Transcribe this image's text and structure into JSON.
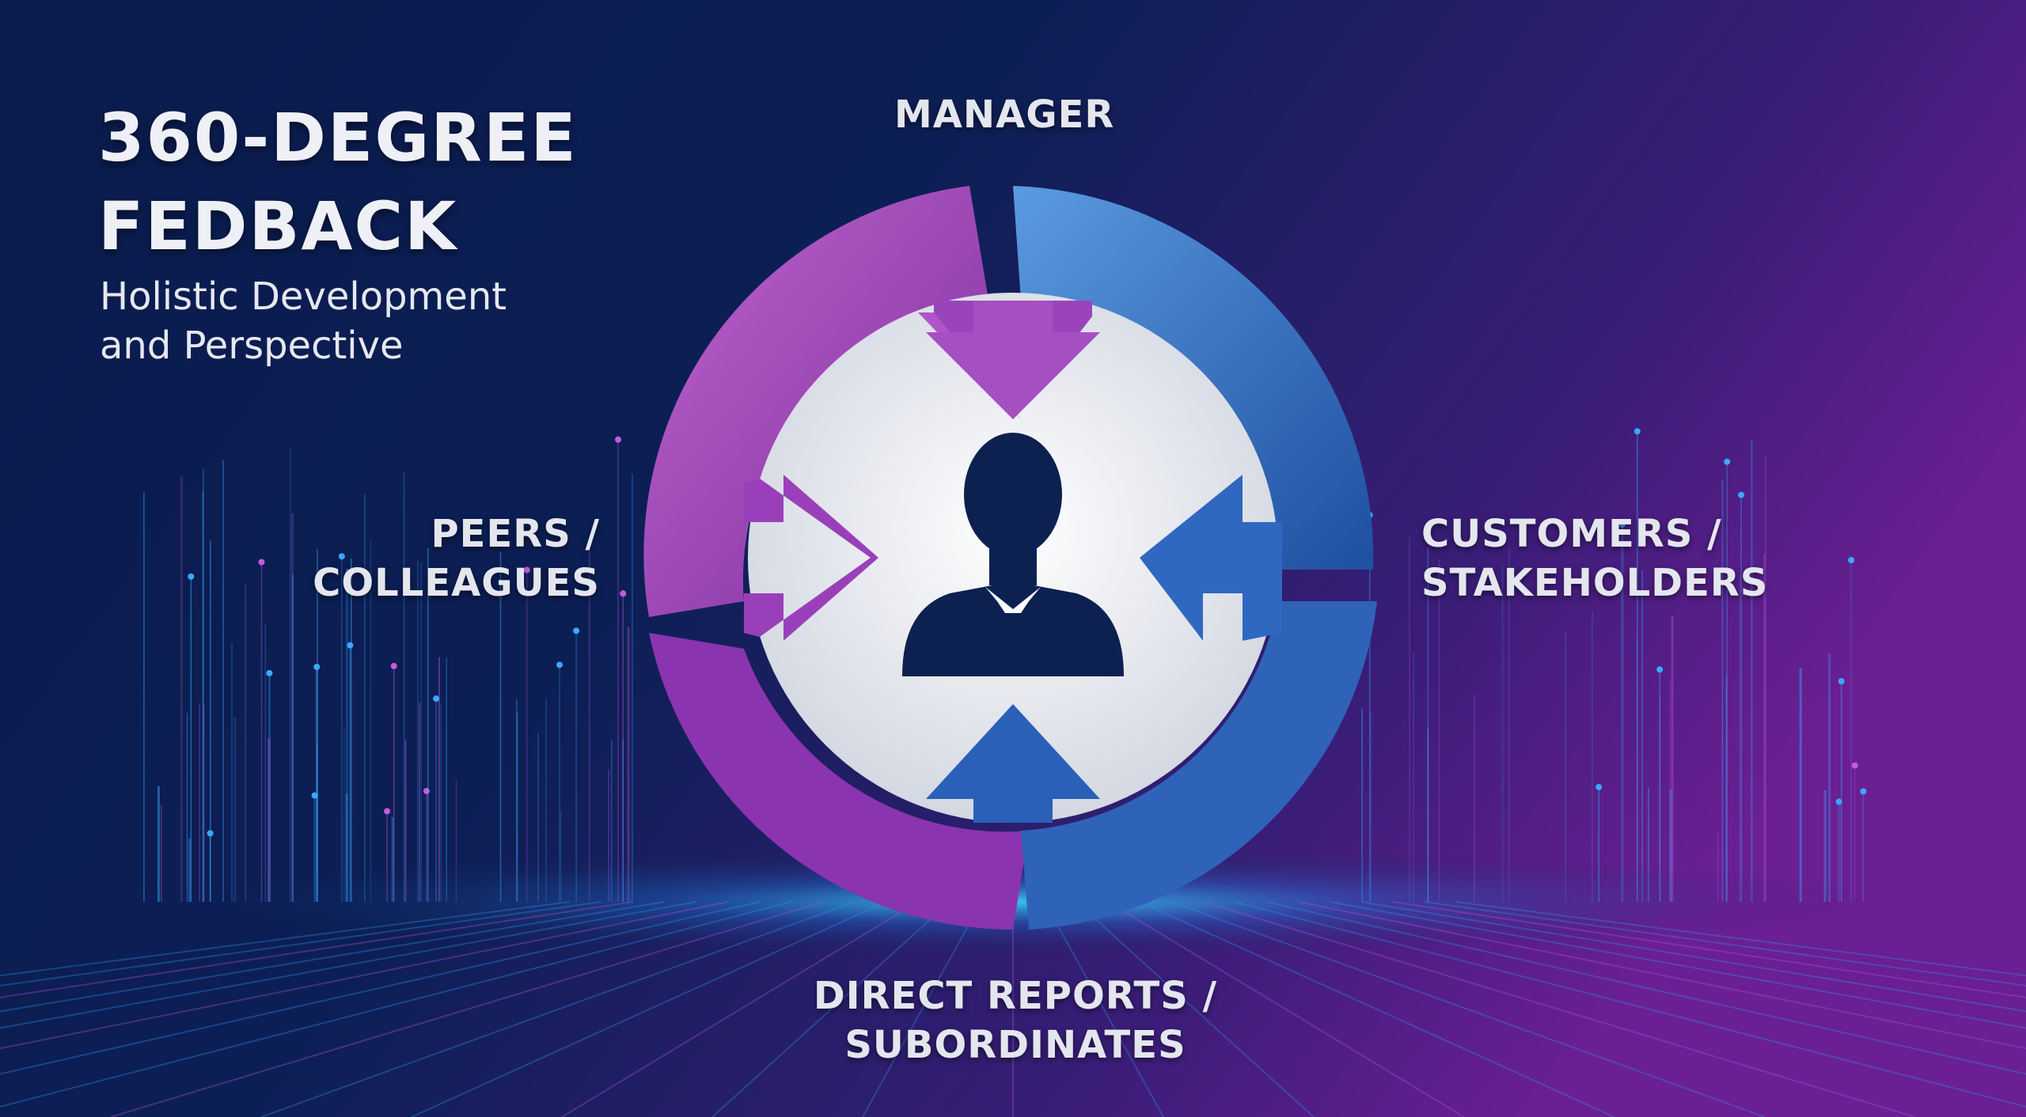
{
  "header": {
    "title_line1": "360-DEGREE",
    "title_line2": "FEDBACK",
    "subtitle_line1": "Holistic Development",
    "subtitle_line2": "and Perspective"
  },
  "sources": {
    "top": "MANAGER",
    "left_line1": "PEERS /",
    "left_line2": "COLLEAGUES",
    "right_line1": "CUSTOMERS /",
    "right_line2": "STAKEHOLDERS",
    "bottom_line1": "DIRECT REPORTS /",
    "bottom_line2": "SUBORDINATES"
  },
  "icons": {
    "center": "person-in-suit-icon",
    "arrows": "inward-arrow-icon",
    "cycle": "circular-arrows-icon"
  },
  "colors": {
    "background_left": "#0b1a4a",
    "background_right": "#5a1a8a",
    "purple_arrow": "#a54fc0",
    "blue_arrow": "#3b7fd0",
    "inner_disc": "#e9ebf1",
    "silhouette": "#0d2150",
    "glow": "#2fd0ff"
  }
}
